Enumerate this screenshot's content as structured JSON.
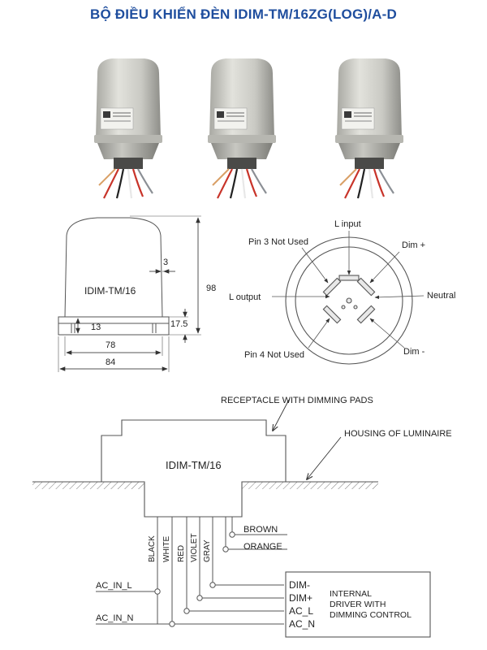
{
  "title": "BỘ ĐIỀU KHIỂN ĐÈN IDIM-TM/16ZG(LOG)/A-D",
  "colors": {
    "title": "#1f4e9e",
    "housing": "#cfcfc9",
    "housing_dark": "#9d9d98",
    "line": "#555555",
    "ground_hatch": "#777777"
  },
  "dimension_drawing": {
    "model_label": "IDIM-TM/16",
    "dims": {
      "d3": "3",
      "d98": "98",
      "d13": "13",
      "d17_5": "17.5",
      "d78": "78",
      "d84": "84"
    }
  },
  "pin_diagram": {
    "labels": {
      "l_input": "L input",
      "dim_plus": "Dim +",
      "pin3": "Pin 3 Not Used",
      "l_output": "L output",
      "neutral": "Neutral",
      "pin4": "Pin 4 Not Used",
      "dim_minus": "Dim -"
    }
  },
  "wiring": {
    "receptacle_label": "RECEPTACLE WITH DIMMING PADS",
    "housing_label": "HOUSING OF LUMINAIRE",
    "device_label": "IDIM-TM/16",
    "wires": [
      "BLACK",
      "WHITE",
      "RED",
      "VIOLET",
      "GRAY"
    ],
    "brown": "BROWN",
    "orange": "ORANGE",
    "ac_in_l": "AC_IN_L",
    "ac_in_n": "AC_IN_N",
    "terminals": [
      "DIM-",
      "DIM+",
      "AC_L",
      "AC_N"
    ],
    "driver_lines": [
      "INTERNAL",
      "DRIVER WITH",
      "DIMMING CONTROL"
    ]
  }
}
